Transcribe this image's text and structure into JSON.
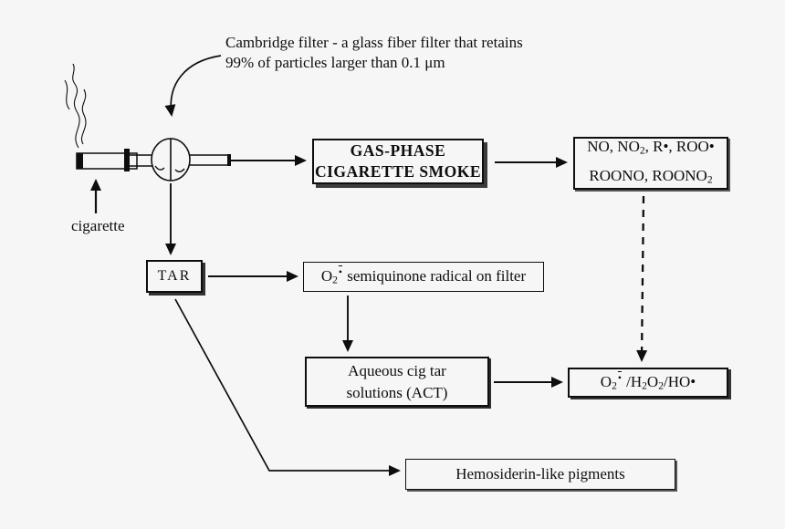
{
  "palette": {
    "ink": "#0e0e0e",
    "background": "#f6f6f6",
    "shadow": "#3c3c3c"
  },
  "annotation": {
    "line1": "Cambridge filter - a glass fiber filter that retains",
    "line2": "99% of particles larger than 0.1 μm"
  },
  "labels": {
    "cigarette": "cigarette"
  },
  "boxes": {
    "gas_phase": {
      "line1": "GAS-PHASE",
      "line2": "CIGARETTE SMOKE"
    },
    "radicals": {
      "line1": [
        {
          "t": "NO, NO"
        },
        {
          "t": "2",
          "s": "sub"
        },
        {
          "t": ", R•, ROO•"
        }
      ],
      "line2": [
        {
          "t": "ROONO,  ROONO"
        },
        {
          "t": "2",
          "s": "sub"
        }
      ]
    },
    "tar": {
      "label": "TAR"
    },
    "semiquinone": {
      "rich": [
        {
          "t": "O"
        },
        {
          "t": "2",
          "s": "sub"
        },
        {
          "t": "•",
          "s": "supbar"
        },
        {
          "t": "  semiquinone radical on filter"
        }
      ]
    },
    "aqueous": {
      "line1": "Aqueous cig tar",
      "line2": "solutions (ACT)"
    },
    "oxidants": {
      "rich": [
        {
          "t": "O"
        },
        {
          "t": "2",
          "s": "sub"
        },
        {
          "t": "•",
          "s": "supbar"
        },
        {
          "t": " /H"
        },
        {
          "t": "2",
          "s": "sub"
        },
        {
          "t": "O"
        },
        {
          "t": "2",
          "s": "sub"
        },
        {
          "t": "/HO•"
        }
      ]
    },
    "hemosiderin": {
      "label": "Hemosiderin-like pigments"
    }
  }
}
